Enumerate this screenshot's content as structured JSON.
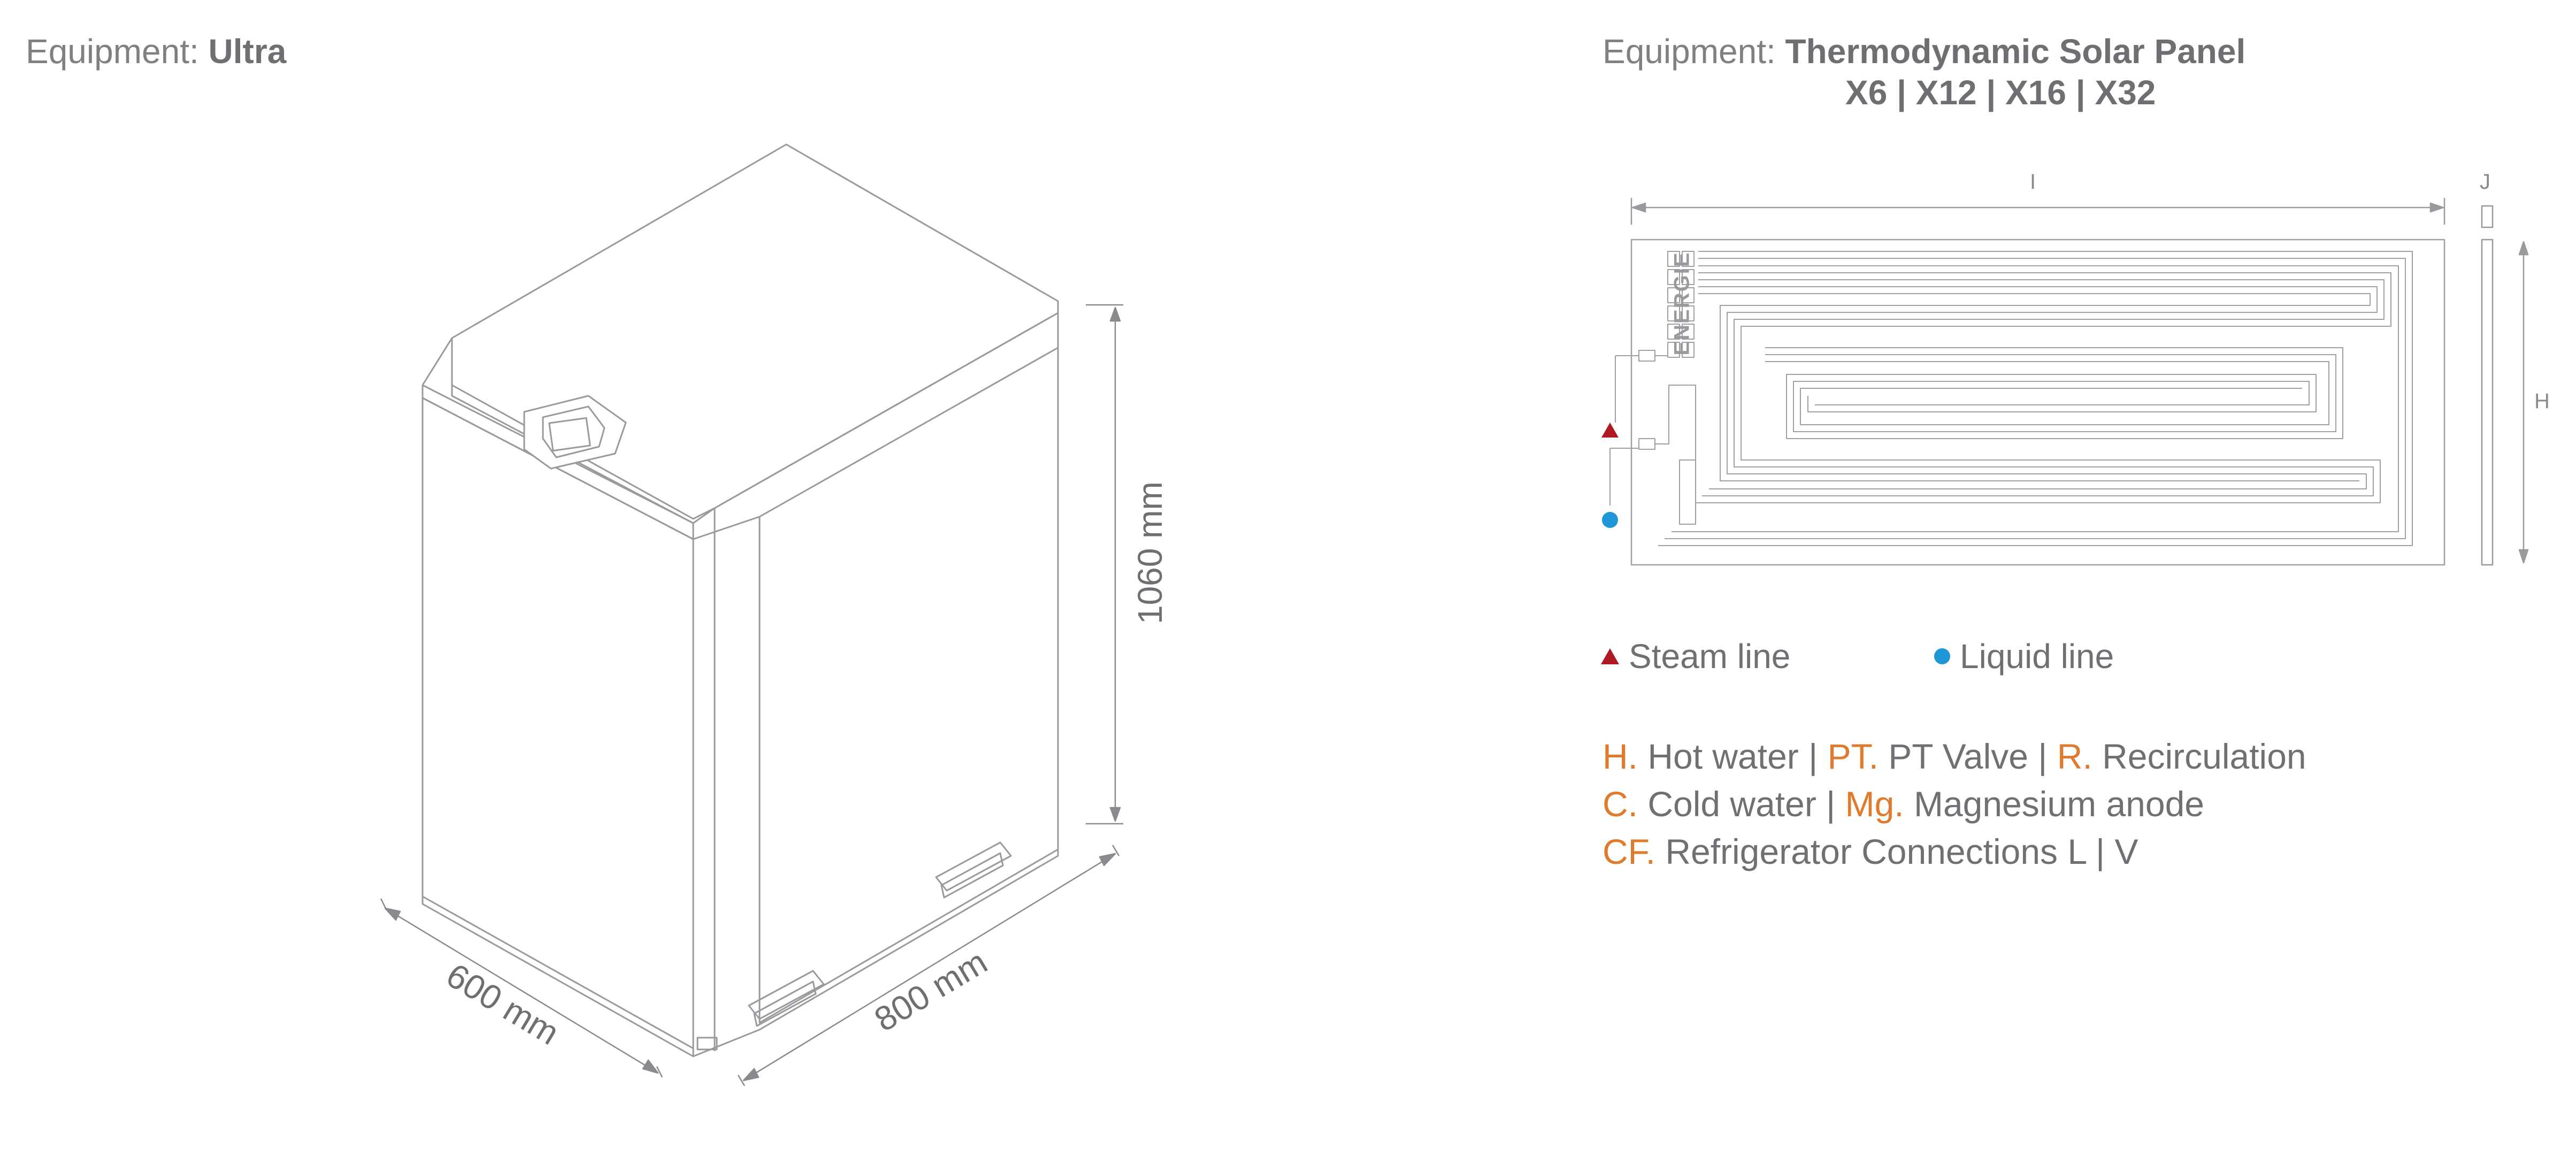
{
  "left_panel": {
    "equipment_label": "Equipment:",
    "equipment_name": "Ultra",
    "dimensions": {
      "height": "1060 mm",
      "width": "600 mm",
      "depth": "800 mm"
    }
  },
  "right_panel": {
    "equipment_label": "Equipment:",
    "equipment_name": "Thermodynamic Solar Panel",
    "models": "X6 | X12 | X16 | X32",
    "panel_brand": "ENERGIE",
    "dim_labels": {
      "length": "I",
      "thickness": "J",
      "height": "H"
    },
    "legend": {
      "steam": "Steam line",
      "liquid": "Liquid line"
    },
    "notes": [
      [
        {
          "k": "H.",
          "t": " Hot water  | "
        },
        {
          "k": "PT.",
          "t": " PT Valve  | "
        },
        {
          "k": "R.",
          "t": " Recirculation"
        }
      ],
      [
        {
          "k": "C.",
          "t": " Cold water  | "
        },
        {
          "k": "Mg.",
          "t": " Magnesium anode"
        }
      ],
      [
        {
          "k": "CF.",
          "t": " Refrigerator Connections L | V"
        }
      ]
    ]
  },
  "colors": {
    "line": "#9a9a9e",
    "accent_orange": "#e07a2c",
    "steam_red": "#b01822",
    "liquid_blue": "#1f96d6"
  }
}
